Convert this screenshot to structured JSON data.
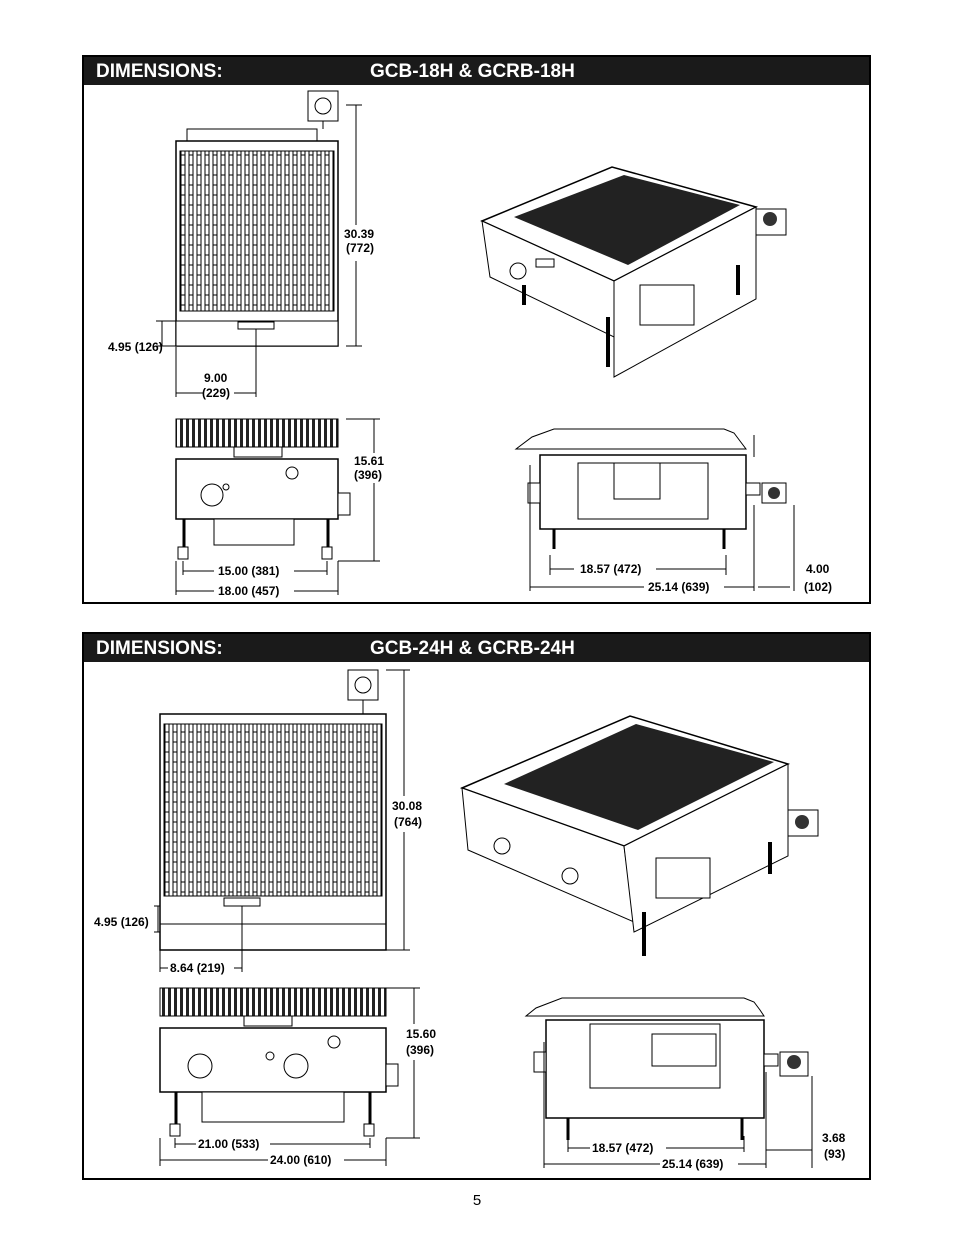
{
  "page_number": "5",
  "sections": [
    {
      "label": "DIMENSIONS:",
      "models": "GCB-18H & GCRB-18H",
      "top_view": {
        "depth": "30.39",
        "depth_mm": "(772)",
        "front_offset": "4.95  (126)",
        "center_offset": "9.00",
        "center_offset_mm": "(229)"
      },
      "front_view": {
        "height": "15.61",
        "height_mm": "(396)",
        "leg_span": "15.00 (381)",
        "width": "18.00 (457)"
      },
      "side_view": {
        "leg_depth": "18.57  (472)",
        "depth": "25.14 (639)",
        "regulator": "4.00",
        "regulator_mm": "(102)"
      }
    },
    {
      "label": "DIMENSIONS:",
      "models": "GCB-24H & GCRB-24H",
      "top_view": {
        "depth": "30.08",
        "depth_mm": "(764)",
        "front_offset": "4.95 (126)",
        "center_offset": "8.64 (219)"
      },
      "front_view": {
        "height": "15.60",
        "height_mm": "(396)",
        "leg_span": "21.00 (533)",
        "width": "24.00 (610)"
      },
      "side_view": {
        "leg_depth": "18.57 (472)",
        "depth": "25.14 (639)",
        "regulator": "3.68",
        "regulator_mm": "(93)"
      }
    }
  ]
}
